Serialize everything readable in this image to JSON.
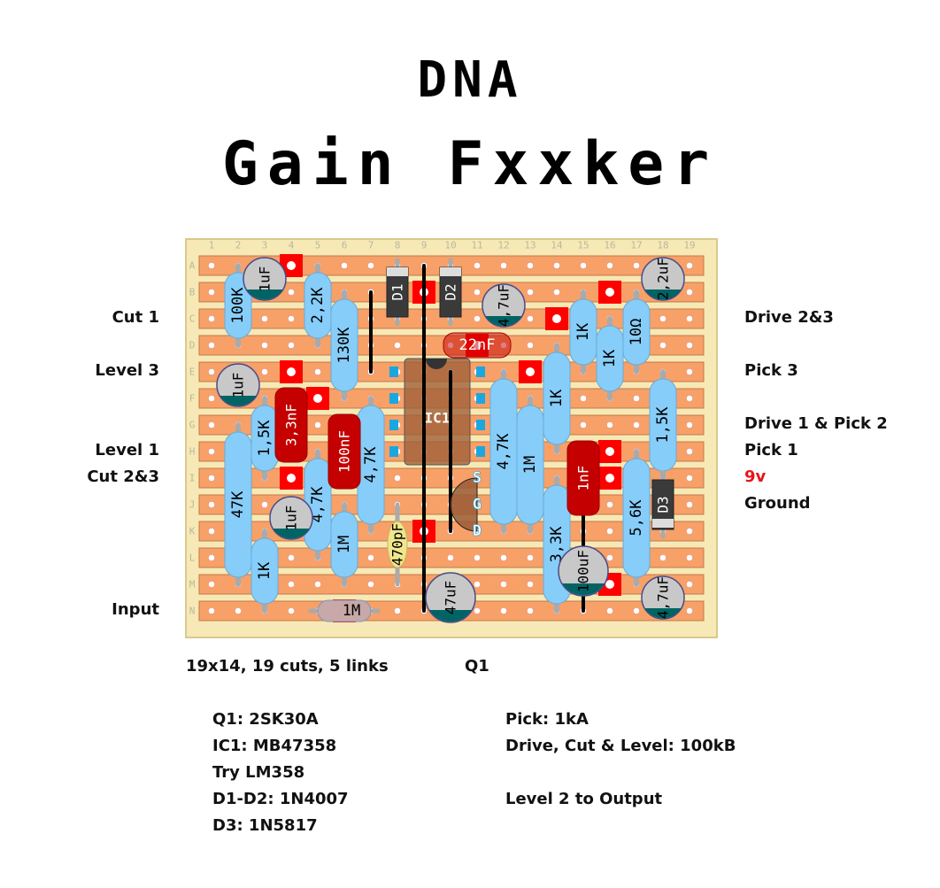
{
  "title": {
    "line1": "DNA",
    "line2": "Gain Fxxker"
  },
  "board": {
    "columns": [
      "1",
      "2",
      "3",
      "4",
      "5",
      "6",
      "7",
      "8",
      "9",
      "10",
      "11",
      "12",
      "13",
      "14",
      "15",
      "16",
      "17",
      "18",
      "19"
    ],
    "rows": [
      "A",
      "B",
      "C",
      "D",
      "E",
      "F",
      "G",
      "H",
      "I",
      "J",
      "K",
      "L",
      "M",
      "N"
    ],
    "colors": {
      "board": "#f7e9b5",
      "strip": "#f7a068",
      "strip_edge": "#c27a4a",
      "cut": "#ff0000",
      "resistor": "#87cdf9",
      "cap_film": "#c40000",
      "ecap": "#c8c8c8",
      "ecap_band": "#006464",
      "diode": "#3a3a3a",
      "link": "#000000",
      "ic": "#a0603a"
    },
    "cuts": [
      [
        "A",
        4
      ],
      [
        "B",
        9
      ],
      [
        "B",
        16
      ],
      [
        "C",
        14
      ],
      [
        "E",
        4
      ],
      [
        "E",
        13
      ],
      [
        "F",
        5
      ],
      [
        "I",
        4
      ],
      [
        "H",
        16
      ],
      [
        "I",
        16
      ],
      [
        "J",
        13
      ],
      [
        "K",
        9
      ],
      [
        "M",
        16
      ],
      [
        "D",
        11
      ],
      [
        "N",
        6
      ]
    ],
    "links": [
      {
        "col": 7,
        "from": "B",
        "to": "E"
      },
      {
        "col": 9,
        "from": "A",
        "to": "N"
      },
      {
        "col": 10,
        "from": "E",
        "to": "K"
      },
      {
        "col": 15,
        "from": "J",
        "to": "N"
      }
    ],
    "resistors": [
      {
        "label": "100K",
        "col": 2,
        "from": "A",
        "to": "D"
      },
      {
        "label": "2,2K",
        "col": 5,
        "from": "A",
        "to": "D"
      },
      {
        "label": "130K",
        "col": 6,
        "from": "B",
        "to": "F"
      },
      {
        "label": "1,5K",
        "col": 3,
        "from": "F",
        "to": "I"
      },
      {
        "label": "47K",
        "col": 2,
        "from": "G",
        "to": "M"
      },
      {
        "label": "4,7K",
        "col": 7,
        "from": "F",
        "to": "K"
      },
      {
        "label": "4,7K",
        "col": 5,
        "from": "H",
        "to": "L"
      },
      {
        "label": "1M",
        "col": 6,
        "from": "J",
        "to": "M"
      },
      {
        "label": "1K",
        "col": 3,
        "from": "K",
        "to": "N"
      },
      {
        "label": "1M",
        "col": 5,
        "to_col": 7,
        "row": "N",
        "horizontal": true
      },
      {
        "label": "1K",
        "col": 15,
        "from": "B",
        "to": "E"
      },
      {
        "label": "1K",
        "col": 16,
        "from": "C",
        "to": "F"
      },
      {
        "label": "10Ω",
        "col": 17,
        "from": "B",
        "to": "E"
      },
      {
        "label": "1K",
        "col": 14,
        "from": "D",
        "to": "H"
      },
      {
        "label": "1,5K",
        "col": 18,
        "from": "E",
        "to": "I"
      },
      {
        "label": "4,7K",
        "col": 12,
        "from": "E",
        "to": "K"
      },
      {
        "label": "1M",
        "col": 13,
        "from": "F",
        "to": "K"
      },
      {
        "label": "3,3K",
        "col": 14,
        "from": "I",
        "to": "N"
      },
      {
        "label": "5,6K",
        "col": 17,
        "from": "H",
        "to": "M"
      }
    ],
    "film_caps": [
      {
        "label": "3,3nF",
        "col": 4,
        "from": "F",
        "to": "H"
      },
      {
        "label": "100nF",
        "col": 6,
        "from": "G",
        "to": "I"
      },
      {
        "label": "1nF",
        "col": 15,
        "from": "H",
        "to": "J"
      },
      {
        "label": "22nF",
        "col": 10,
        "to_col": 12,
        "row": "D",
        "horizontal": true
      }
    ],
    "ceramic_caps": [
      {
        "label": "470pF",
        "col": 8,
        "from": "J",
        "to": "M"
      }
    ],
    "electrolytics": [
      {
        "label": "1uF",
        "col": 3,
        "row": "A"
      },
      {
        "label": "1uF",
        "col": 2,
        "row": "E"
      },
      {
        "label": "1uF",
        "col": 4,
        "row": "J"
      },
      {
        "label": "4,7uF",
        "col": 12,
        "row": "B"
      },
      {
        "label": "2,2uF",
        "col": 18,
        "row": "A"
      },
      {
        "label": "47uF",
        "col": 10,
        "row": "M"
      },
      {
        "label": "100uF",
        "col": 15,
        "row": "L"
      },
      {
        "label": "4,7uF",
        "col": 18,
        "row": "M"
      }
    ],
    "diodes": [
      {
        "label": "D1",
        "col": 8,
        "from": "A",
        "to": "C"
      },
      {
        "label": "D2",
        "col": 10,
        "from": "A",
        "to": "C"
      },
      {
        "label": "D3",
        "col": 18,
        "from": "I",
        "to": "K"
      }
    ],
    "ic": {
      "label": "IC1"
    },
    "transistor": {
      "pins": [
        "S",
        "G",
        "D"
      ]
    }
  },
  "wire_labels_left": [
    {
      "text": "Cut 1",
      "row": "C"
    },
    {
      "text": "Level 3",
      "row": "E"
    },
    {
      "text": "Level 1",
      "row": "H"
    },
    {
      "text": "Cut 2&3",
      "row": "I"
    },
    {
      "text": "Input",
      "row": "N"
    }
  ],
  "wire_labels_right": [
    {
      "text": "Drive 2&3",
      "row": "C",
      "color": "#111111"
    },
    {
      "text": "Pick 3",
      "row": "E",
      "color": "#111111"
    },
    {
      "text": "Drive 1 & Pick 2",
      "row": "G",
      "color": "#111111"
    },
    {
      "text": "Pick 1",
      "row": "H",
      "color": "#111111"
    },
    {
      "text": "9v",
      "row": "I",
      "color": "#e8141b"
    },
    {
      "text": "Ground",
      "row": "J",
      "color": "#111111"
    }
  ],
  "notes": {
    "summary": "19x14, 19 cuts, 5 links",
    "q1_caption": "Q1",
    "parts_left": [
      "Q1: 2SK30A",
      "IC1: MB47358",
      "Try LM358",
      "D1-D2: 1N4007",
      "D3: 1N5817"
    ],
    "parts_right": [
      "Pick: 1kA",
      "Drive, Cut & Level: 100kB",
      "",
      "Level 2 to Output"
    ]
  }
}
